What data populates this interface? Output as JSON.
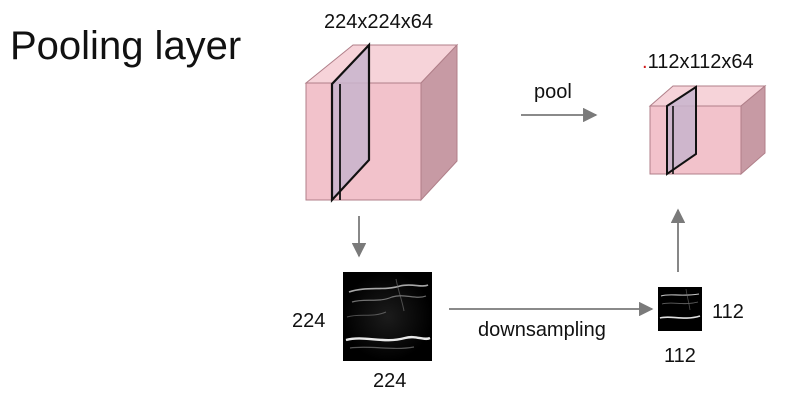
{
  "title": "Pooling layer",
  "input_volume": {
    "dims_label": "224x224x64"
  },
  "output_volume": {
    "dims_prefix": ".",
    "dims_label": "112x112x64"
  },
  "pool_label": "pool",
  "downsampling_label": "downsampling",
  "input_slice": {
    "height_label": "224",
    "width_label": "224"
  },
  "output_slice": {
    "height_label": "112",
    "width_label": "112"
  },
  "colors": {
    "cube_front": "#f2c2cb",
    "cube_top": "#f6d3d9",
    "cube_side": "#c79aa4",
    "slice_fill": "#c8b4cc",
    "arrow": "#7a7a7a"
  }
}
